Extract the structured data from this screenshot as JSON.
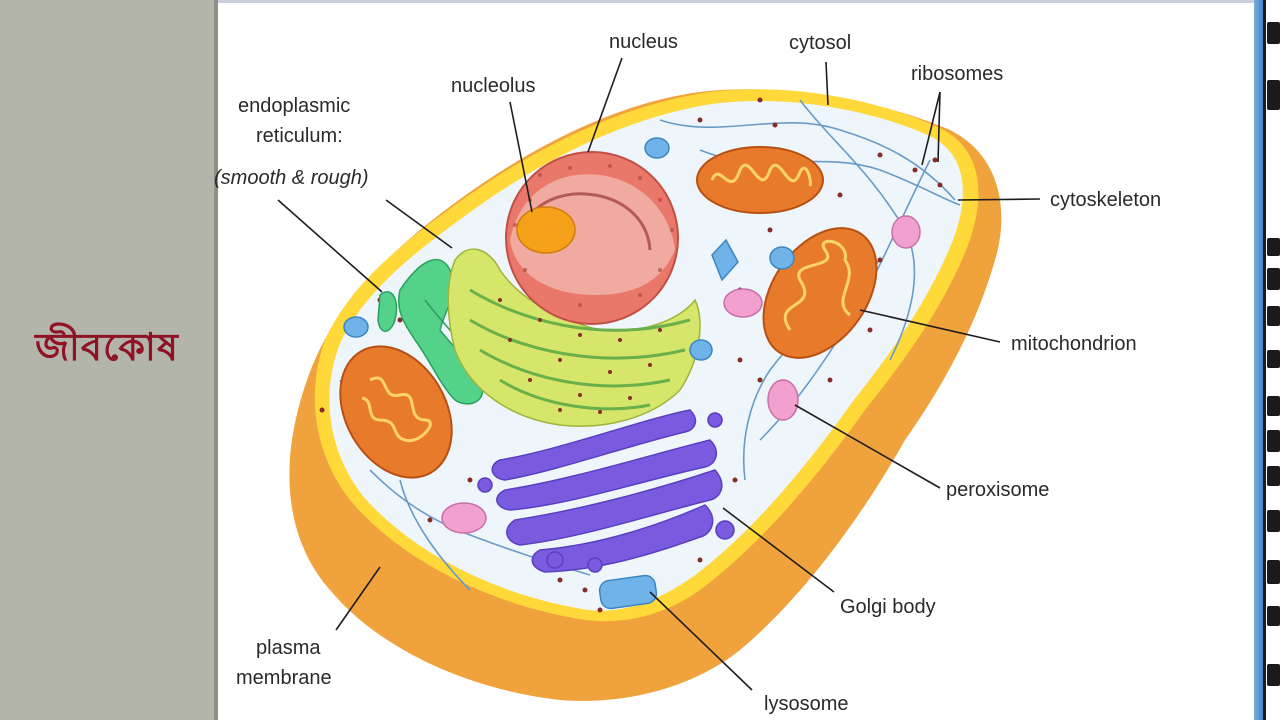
{
  "sidebar": {
    "title": "জীবকোষ",
    "title_color": "#8f1324",
    "background": "#b3b4aa"
  },
  "diagram": {
    "labels": {
      "nucleus": "nucleus",
      "cytosol": "cytosol",
      "ribosomes": "ribosomes",
      "nucleolus": "nucleolus",
      "er_line1": "endoplasmic",
      "er_line2": "reticulum:",
      "er_line3": "(smooth & rough)",
      "cytoskeleton": "cytoskeleton",
      "mitochondrion": "mitochondrion",
      "peroxisome": "peroxisome",
      "golgi": "Golgi body",
      "plasma_line1": "plasma",
      "plasma_line2": "membrane",
      "lysosome": "lysosome"
    },
    "colors": {
      "membrane_outer": "#f0a23c",
      "membrane_rim": "#ffd83a",
      "cytosol": "#eef6fb",
      "nucleus": "#e9786a",
      "nucleolus": "#f5a21a",
      "rough_er": "#d6e66a",
      "smooth_er": "#55d28a",
      "mitochondrion": "#e87a2c",
      "golgi": "#7a5be0",
      "peroxisome": "#f2a0d0",
      "lysosome": "#6fb3e8",
      "cytoskeleton": "#6a9bc8"
    }
  }
}
